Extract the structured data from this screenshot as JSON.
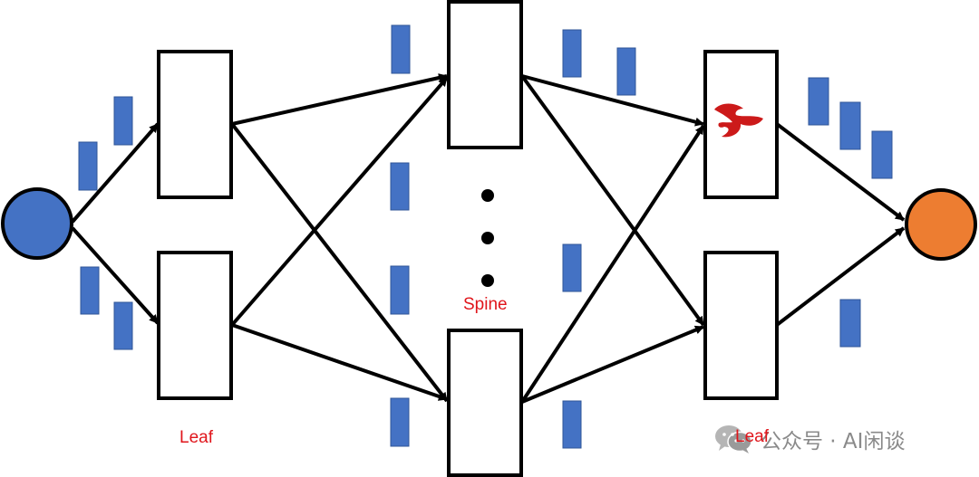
{
  "labels": {
    "spine": "Spine",
    "leaf_left": "Leaf",
    "leaf_right": "Leaf"
  },
  "watermark": {
    "text": "公众号 · AI闲谈",
    "icon": "wechat-logo-icon"
  },
  "colors": {
    "source_node": "#4472c4",
    "destination_node": "#ed7d31",
    "packet": "#4472c4",
    "label": "#e0151b",
    "flame": "#cc1a1a",
    "stroke": "#000000"
  },
  "icons": {
    "congestion": "flame-icon",
    "ellipsis": "vertical-ellipsis-icon"
  }
}
